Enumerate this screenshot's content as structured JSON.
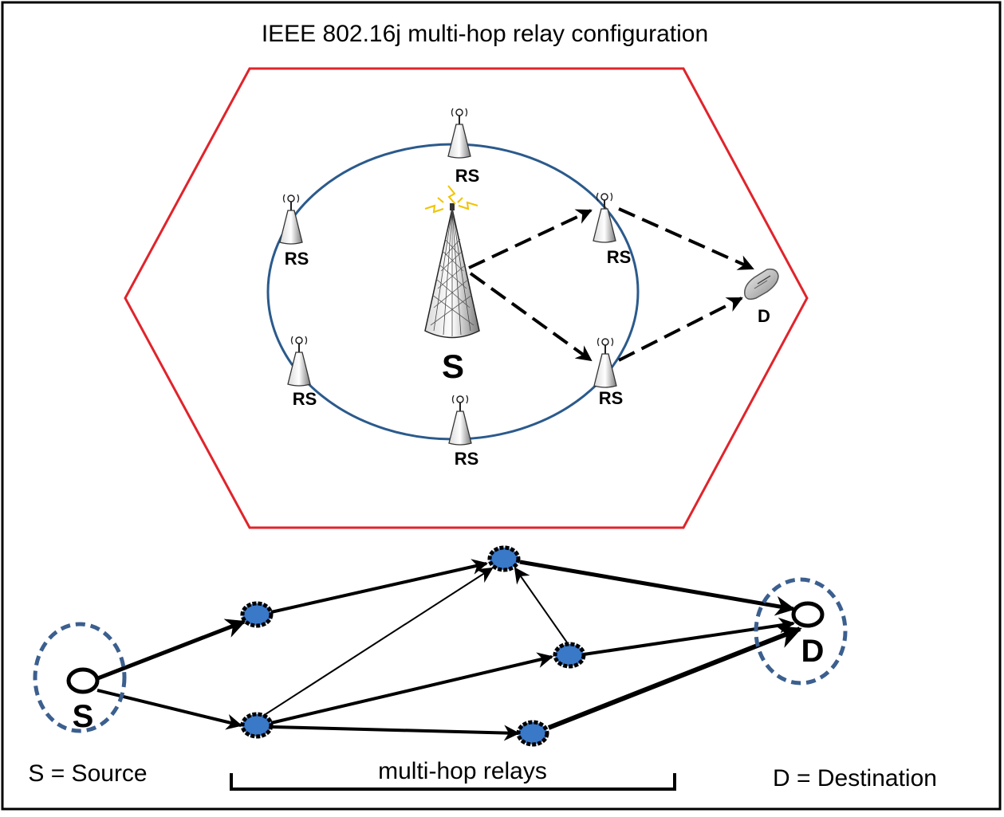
{
  "title": "IEEE 802.16j multi-hop relay configuration",
  "colors": {
    "frame": "#000000",
    "hexagon": "#e0242b",
    "ring": "#2b5a8c",
    "node_fill": "#3a78c8",
    "dashed_ring": "#3b5f8e",
    "signal": "#f0c400"
  },
  "top": {
    "source_label": "S",
    "destination_label": "D",
    "relay_label": "RS",
    "relays": [
      {
        "id": "top",
        "label": "RS"
      },
      {
        "id": "upper-left",
        "label": "RS"
      },
      {
        "id": "upper-right",
        "label": "RS"
      },
      {
        "id": "lower-left",
        "label": "RS"
      },
      {
        "id": "lower-right",
        "label": "RS"
      },
      {
        "id": "bottom",
        "label": "RS"
      }
    ],
    "links": [
      {
        "from": "S",
        "to": "upper-right"
      },
      {
        "from": "S",
        "to": "lower-right"
      },
      {
        "from": "upper-right",
        "to": "D"
      },
      {
        "from": "lower-right",
        "to": "D"
      }
    ]
  },
  "bottom": {
    "source_label": "S",
    "destination_label": "D",
    "links": [
      {
        "from": "S",
        "to": "R1"
      },
      {
        "from": "S",
        "to": "R2"
      },
      {
        "from": "R1",
        "to": "R3"
      },
      {
        "from": "R2",
        "to": "R3"
      },
      {
        "from": "R2",
        "to": "R4"
      },
      {
        "from": "R2",
        "to": "R5"
      },
      {
        "from": "R4",
        "to": "R3"
      },
      {
        "from": "R3",
        "to": "D"
      },
      {
        "from": "R4",
        "to": "D"
      },
      {
        "from": "R5",
        "to": "D"
      }
    ]
  },
  "legend": {
    "source": "S = Source",
    "relays": "multi-hop relays",
    "destination": "D = Destination"
  }
}
